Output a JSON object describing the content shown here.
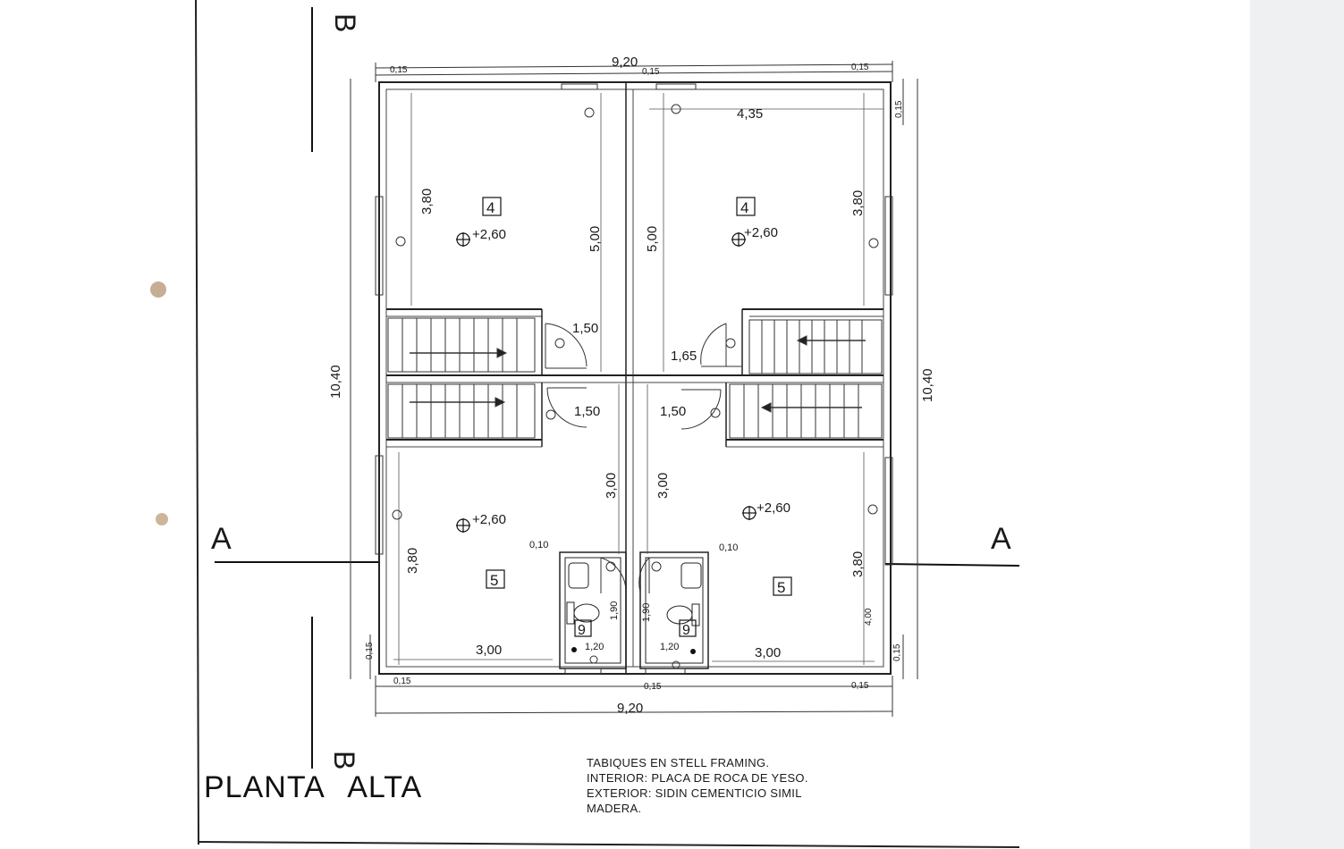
{
  "drawing": {
    "title_word1": "PLANTA",
    "title_word2": "ALTA",
    "section_a_label": "A",
    "section_b_label": "B",
    "notes": [
      "TABIQUES EN STELL FRAMING.",
      "INTERIOR: PLACA DE ROCA DE YESO.",
      "EXTERIOR: SIDIN CEMENTICIO SIMIL",
      "MADERA."
    ]
  },
  "dimensions": {
    "overall_width": "9,20",
    "overall_height": "10,40",
    "wall": "0,15",
    "room_width_top": "4,35",
    "room4_depth": "3,80",
    "unit_depth": "5,00",
    "landing_left": "1,50",
    "landing_right": "1,65",
    "landing": "1,50",
    "lower_depth": "3,00",
    "room5_depth": "3,80",
    "room5_width": "3,00",
    "bath_gap": "0,10",
    "bath_depth": "1,90",
    "bath_width": "1,20",
    "right_side": "4,00"
  },
  "rooms": {
    "bedroom_tag": "4",
    "room_tag": "5",
    "bath_tag": "9",
    "level": "+2,60"
  }
}
